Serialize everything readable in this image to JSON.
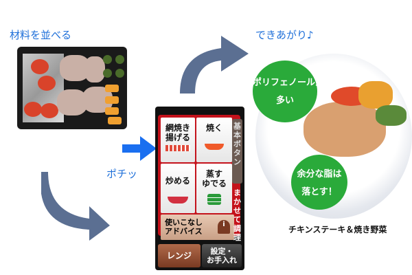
{
  "labels": {
    "step1": "材料を並べる",
    "step2": "ポチッ",
    "step3": "できあがり♪",
    "dish": "チキンステーキ＆焼き野菜"
  },
  "panel": {
    "buttons": [
      {
        "label": "網焼き\n揚げる",
        "icon": "grill-icon"
      },
      {
        "label": "焼く",
        "icon": "frying-pan-icon"
      },
      {
        "label": "炒める",
        "icon": "wok-icon"
      },
      {
        "label": "蒸す\nゆでる",
        "icon": "steamer-icon"
      }
    ],
    "advice": "使いこなし\nアドバイス",
    "tab_basic": "基本ボタン",
    "tab_auto": "まかせて調理",
    "range": "レンジ",
    "settings": "設定・\nお手入れ"
  },
  "bubbles": {
    "polyphenol": "ポリフェノールが\n多い",
    "fat": "余分な脂は\n落とす！"
  },
  "colors": {
    "arrow": "#5b6f92",
    "pointer": "#1a6ff0",
    "bubble": "#2aaa3a",
    "frame": "#c4121b"
  }
}
